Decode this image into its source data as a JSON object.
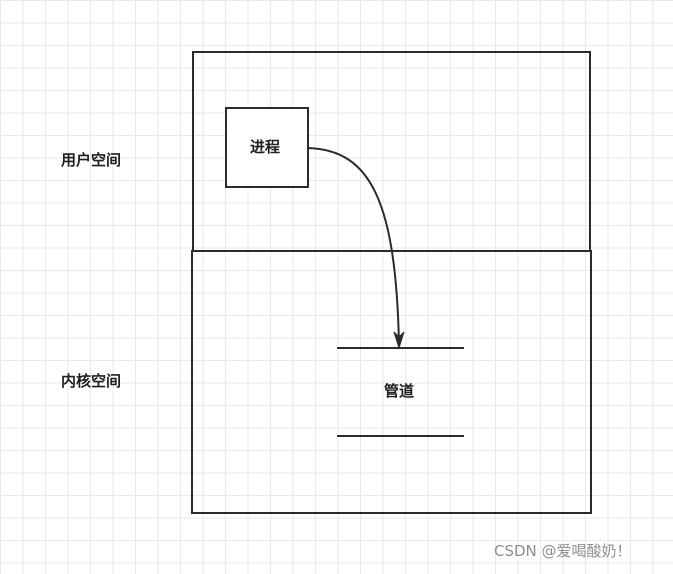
{
  "diagram": {
    "user_space_label": "用户空间",
    "kernel_space_label": "内核空间",
    "process_label": "进程",
    "pipe_label": "管道"
  },
  "watermark": {
    "text": "CSDN @爱喝酸奶！"
  },
  "colors": {
    "stroke": "#2b2b2b",
    "grid": "#e9e9e9",
    "background": "#ffffff",
    "watermark": "#8f8f8f"
  }
}
